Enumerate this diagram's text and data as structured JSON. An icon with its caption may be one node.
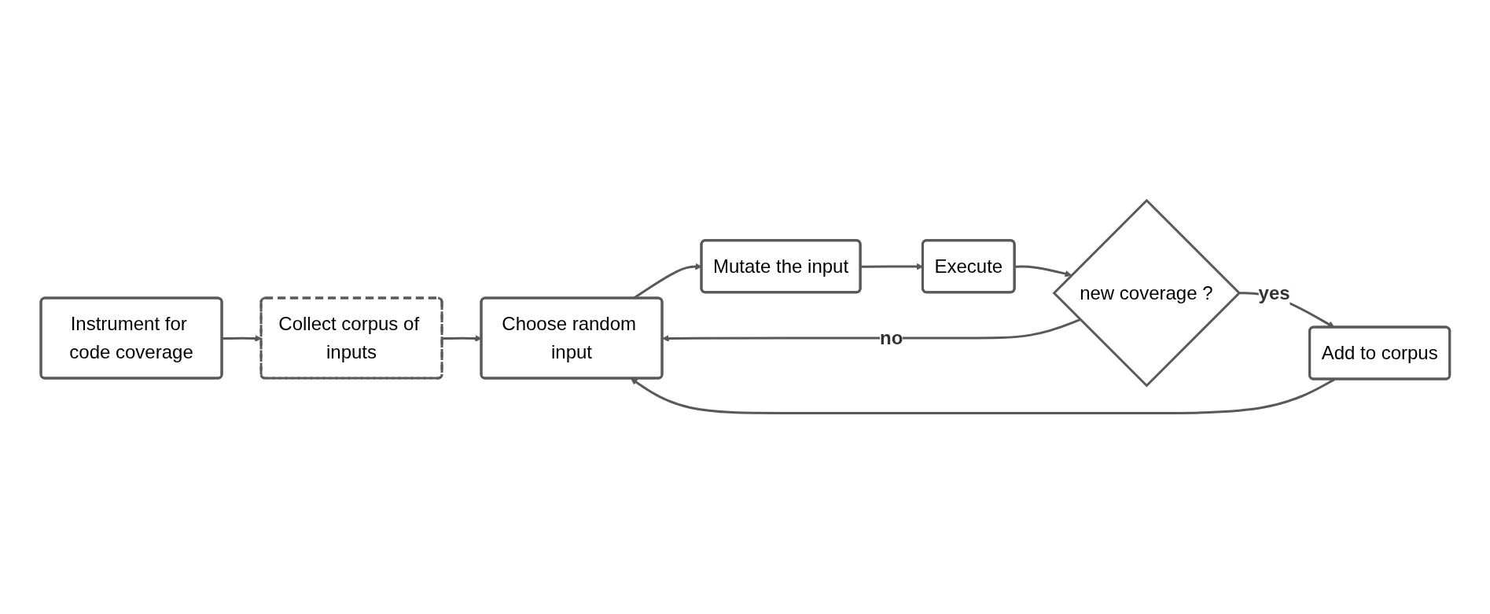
{
  "diagram": {
    "nodes": [
      {
        "text": [
          "Collect corpus of inputs"
        ]
      },
      {
        "text": [
          "Instrument for code coverage"
        ]
      },
      {
        "text": [
          "Choose random input"
        ]
      },
      {
        "text": [
          "Mutate the input"
        ]
      },
      {
        "text": [
          "Execute"
        ]
      },
      {
        "text": [
          "new coverage ?"
        ]
      },
      {
        "text": [
          "Add to corpus"
        ]
      }
    ],
    "edges": [
      {
        "from": 1,
        "to": 0,
        "arrow": "to"
      },
      {
        "from": 0,
        "to": 2,
        "arrow": "to"
      },
      {
        "from": 2,
        "to": 3,
        "arrow": "to"
      },
      {
        "from": 3,
        "to": 4,
        "arrow": "to"
      },
      {
        "from": 4,
        "to": 5,
        "arrow": "to"
      },
      {
        "from": 5,
        "to": 6,
        "arrow": "to",
        "label": "yes"
      },
      {
        "from": 5,
        "to": 2,
        "arrow": "to",
        "label": "no"
      },
      {
        "from": 6,
        "to": 2,
        "arrow": "to"
      }
    ]
  }
}
